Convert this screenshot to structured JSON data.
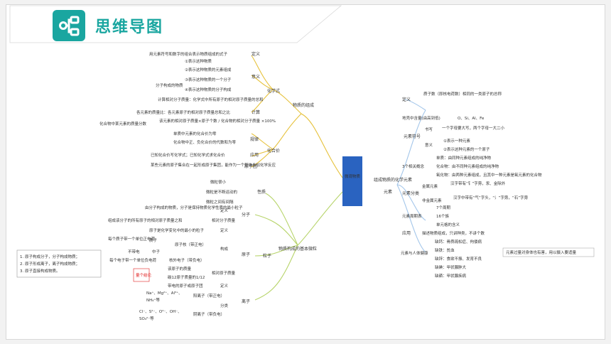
{
  "header": {
    "title": "思维导图",
    "icon": "mindmap-share-icon",
    "accent": "#1aa6a0"
  },
  "map": {
    "center": "组成物质的化学元素",
    "root_box": "微观物质",
    "branch_top": "物质的组成",
    "branch_mid": "物质构成的基本微粒",
    "branch_right": "元素",
    "chemical_formula": {
      "label": "化学式",
      "definition_tag": "定义",
      "definition": "用元素符号和数字的组合表示物质组成的式子",
      "meaning_tag": "意义",
      "meaning_items": [
        "①表示这种物质",
        "②表示这种物质的元素组成",
        "③表示这种物质的一个分子",
        "④表示这种物质的分子构成"
      ],
      "molecule_note": "分子构成的物质",
      "calc_tag": "计算",
      "calc1": "计算相对分子质量：化学式中所有原子的相对原子质量的总和",
      "calc2": "各元素的质量比：各元素原子的相对原子质量总和之比",
      "calc3_left": "化合物中某元素的质量分数",
      "calc3_right": "该元素的相对原子质量×原子个数 / 化合物的相对分子质量 ×100%"
    },
    "valence": {
      "label": "化合价",
      "rule_tag": "规律",
      "rule1": "单质中元素的化合价为零",
      "rule2": "化合物中正、负化合价的代数和为零",
      "app_tag": "应用",
      "app": "已知化合价写化学式；已知化学式求化合价",
      "group_tag": "原子团",
      "group": "某些元素的原子集合在一起形成原子集团，能作为一个整体参加化学反应"
    },
    "properties": {
      "label": "性质",
      "items": [
        "微粒很小",
        "微粒是不断运动的",
        "微粒之间有间隔"
      ]
    },
    "molecule": {
      "label": "分子",
      "def_tag": "定义",
      "def": "由分子构成的物质，分子是保持物质化学性质的最小粒子",
      "mass_tag": "相对分子质量",
      "mass": "组成该分子的所有原子的相对原子质量之和"
    },
    "atom": {
      "label": "原子",
      "def_tag": "定义",
      "def": "原子是化学变化中的最小的粒子",
      "struct_tag": "构成",
      "nucleus": "原子核",
      "proton": "质子",
      "proton_note": "原子核（带正电）",
      "neutron": "中子",
      "neutron_note": "不带电",
      "electron": "核外电子（带负电）",
      "proton_pos": "每个质子带一个单位正电荷",
      "electron_each": "每个电子带一个单位负电荷",
      "rel_tag": "相对原子质量",
      "rel_formula1": "该原子的质量",
      "rel_formula2": "碳12原子质量的1/12",
      "memo": "量个结论"
    },
    "ion": {
      "label": "离子",
      "def_tag": "定义",
      "def": "带电的原子或原子团",
      "class_tag": "分类",
      "cation": "阳离子（带正电）",
      "cation_ex1": "Na⁺、Mg²⁺、Al³⁺、",
      "cation_ex2": "NH₄⁺等",
      "anion": "阴离子（带负电）",
      "anion_ex1": "Cl⁻、S²⁻、O²⁻、OH⁻、",
      "anion_ex2": "SO₄²⁻等"
    },
    "particles_root": "粒子",
    "notes": [
      "1. 原子构成分子，分子构成物质；",
      "2. 原子形成离子，离子构成物质；",
      "3. 原子直接构成物质。"
    ],
    "element": {
      "def_tag": "定义",
      "def": "质子数（即核电荷数）相同的一类原子的总称",
      "crust_tag": "地壳中含量(由高到低)",
      "crust": "O、Si、Al、Fe",
      "symbol_tag": "元素符号",
      "write_tag": "书写",
      "write": "一个字母要大写，两个字母一大二小",
      "meaning_tag": "意义",
      "meaning1": "①表示一种元素",
      "meaning2": "②表示这种元素的一个原子",
      "concepts_tag": "3个相关概念",
      "c1": "单质：由同种元素组成的纯净物",
      "c2": "化合物：由不同种元素组成的纯净物",
      "c3": "氧化物：由两种元素组成，且其中一种元素是氧元素的化合物",
      "class_tag": "元素分类",
      "metal_tag": "金属元素",
      "metal": "汉字带有“钅”字旁，汞、金除外",
      "nonmetal_tag": "非金属元素",
      "nonmetal": "汉字中带有“气”字头，“氵”字旁，“石”字旁",
      "table_tag": "元素周期表",
      "table1": "7个周期",
      "table2": "16个族",
      "table3": "单元格的含义",
      "usage_tag": "应用",
      "usage": "描述物质组成，只讲种类，不讲个数",
      "health_tag": "元素与人体健康",
      "h1": "缺钙：骨质疏松症、佝偻病",
      "h2": "缺铁：贫血",
      "h3": "缺锌：食欲不振、发育不良",
      "h4": "缺碘：甲状腺肿大",
      "h5": "缺硒：甲状腺疾病",
      "h_note": "元素过量对身体也有害，用以摄入要适量"
    }
  }
}
